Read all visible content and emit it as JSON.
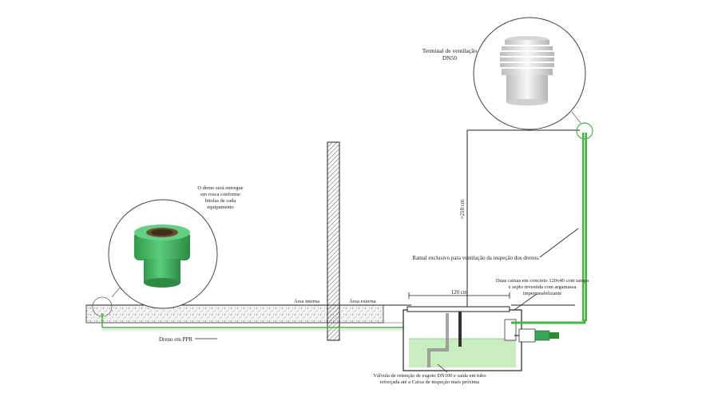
{
  "labels": {
    "vent_terminal": [
      "Terminal de ventilação",
      "DN50"
    ],
    "drain_thread": [
      "O dreno será entregue",
      "em rosca conforme",
      "bitolas de cada",
      "equipamento"
    ],
    "interior_area": "Área interna",
    "exterior_area": "Área externa",
    "drain_ppr": "Dreno em PPR",
    "box_width": "120 cm",
    "height_dim": ">210 cm",
    "vent_branch": "Ramal exclusivo para ventilação da inspeção dos drenos.",
    "boxes_note": [
      "Duas caixas em concreto 120x40 com tampa",
      "e septo revestida com argamassa",
      "impermeabilizante"
    ],
    "valve_note": [
      "Válvula de retenção de esgoto DN100 e saída em tubo",
      "reforçada até a Caixa de inspeção mais próxima"
    ]
  },
  "colors": {
    "pipe_green": "#44b744",
    "pipe_green_dark": "#2e8b2e",
    "water": "#c9ecc0",
    "fitting_green": "#3aa655",
    "line": "#222222"
  }
}
